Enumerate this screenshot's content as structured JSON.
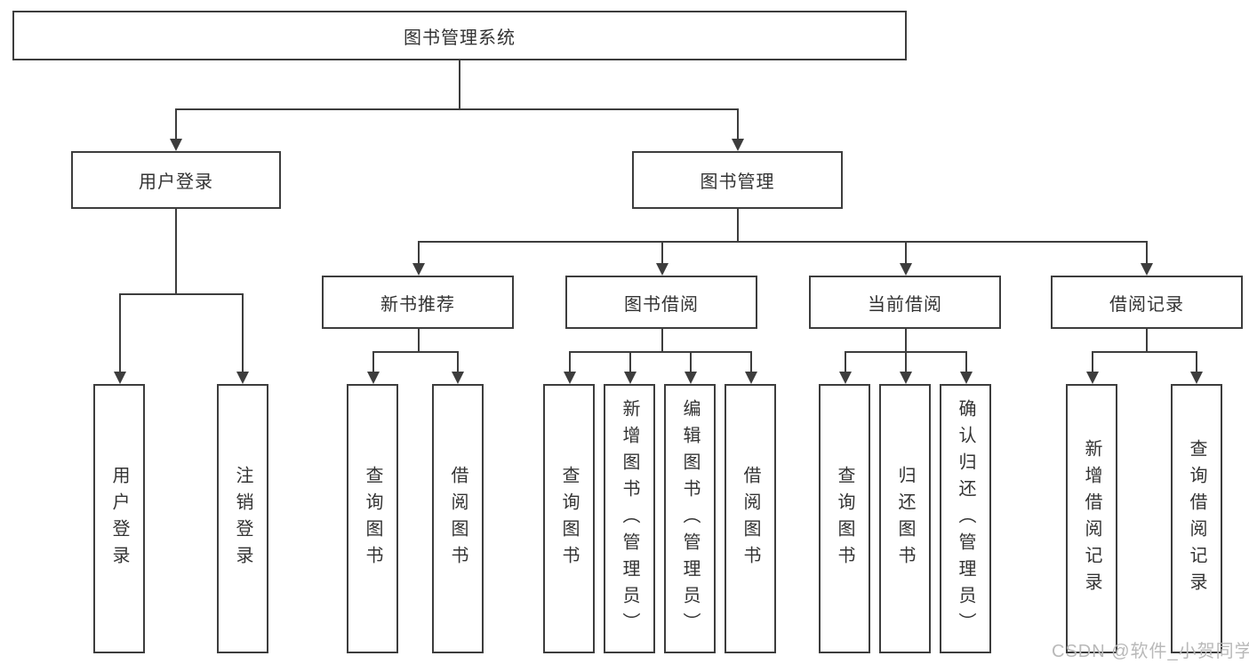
{
  "colors": {
    "line": "#3d3d3d",
    "text": "#333333",
    "background": "#ffffff",
    "watermark": "#b9b9b9"
  },
  "nodes": {
    "root": "图书管理系统",
    "l2_user": "用户登录",
    "l2_book": "图书管理",
    "l3_newbook": "新书推荐",
    "l3_borrow": "图书借阅",
    "l3_current": "当前借阅",
    "l3_records": "借阅记录",
    "leaf_user_login": "用户登录",
    "leaf_logout": "注销登录",
    "leaf_nb_query": "查询图书",
    "leaf_nb_borrow": "借阅图书",
    "leaf_bb_query": "查询图书",
    "leaf_bb_add": "新增图书（管理员）",
    "leaf_bb_edit": "编辑图书（管理员）",
    "leaf_bb_borrow": "借阅图书",
    "leaf_cb_query": "查询图书",
    "leaf_cb_return": "归还图书",
    "leaf_cb_confirm": "确认归还（管理员）",
    "leaf_rec_add": "新增借阅记录",
    "leaf_rec_query": "查询借阅记录"
  },
  "watermark": {
    "text": "CSDN @软件_小贺同学"
  }
}
